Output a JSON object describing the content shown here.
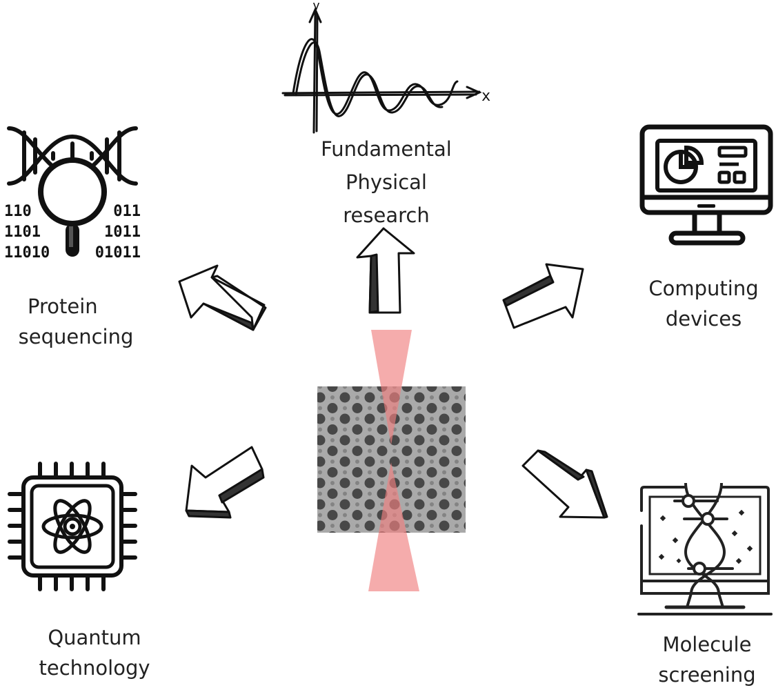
{
  "center": {
    "image": "graphene-lattice-micrograph",
    "beam_color": "#f08080"
  },
  "applications": {
    "fundamental": {
      "line1": "Fundamental",
      "line2": "Physical",
      "line3": "research",
      "icon": "wave-plot-icon"
    },
    "computing": {
      "line1": "Computing",
      "line2": "devices",
      "icon": "computer-monitor-icon"
    },
    "protein": {
      "line1": "Protein",
      "line2": "sequencing",
      "icon": "dna-magnifier-icon"
    },
    "quantum": {
      "line1": "Quantum",
      "line2": "technology",
      "icon": "atom-chip-icon"
    },
    "molecule": {
      "line1": "Molecule",
      "line2": "screening",
      "icon": "dna-screen-icon"
    }
  },
  "binary": {
    "left": [
      "110",
      "1101",
      "11010"
    ],
    "right": [
      "011",
      "1011",
      "01011"
    ]
  },
  "axes": {
    "x": "x",
    "y": "y"
  },
  "colors": {
    "ink": "#111111",
    "text": "#222222",
    "beam": "#f08080"
  }
}
